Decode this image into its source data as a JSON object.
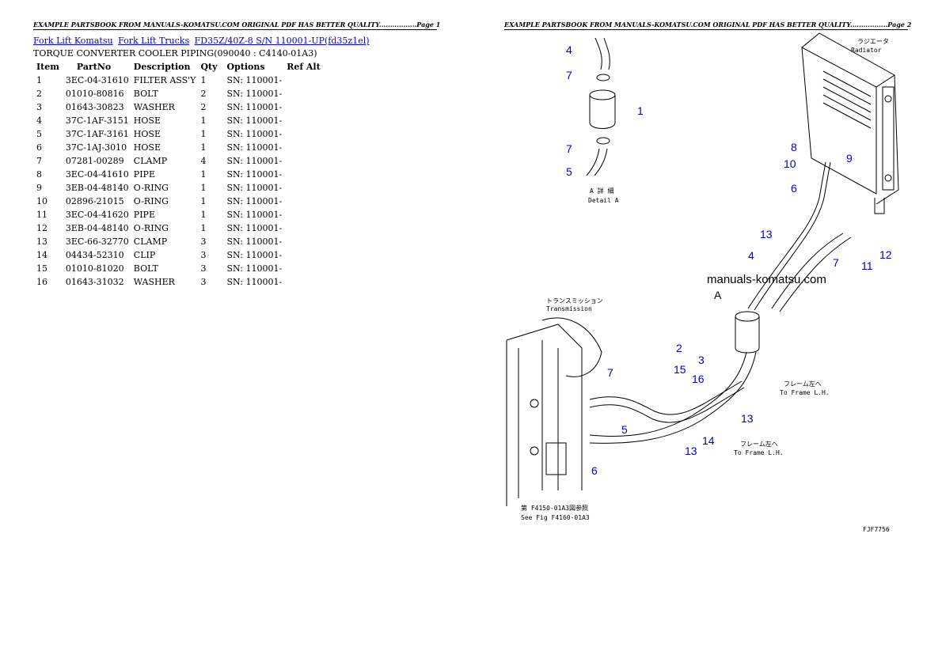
{
  "header": {
    "left": "EXAMPLE PARTSBOOK FROM MANUALS-KOMATSU.COM ORIGINAL PDF HAS BETTER QUALITY.................Page 1",
    "right": "EXAMPLE PARTSBOOK FROM MANUALS-KOMATSU.COM ORIGINAL PDF HAS BETTER QUALITY.................Page 2"
  },
  "breadcrumbs": [
    "Fork Lift Komatsu",
    "Fork Lift Trucks",
    "FD35Z/40Z-8 S/N 110001-UP(fd35z1el)"
  ],
  "subtitle": "TORQUE CONVERTER COOLER PIPING(090040 : C4140-01A3)",
  "table": {
    "columns": [
      "Item",
      "PartNo",
      "Description",
      "Qty",
      "Options",
      "Ref Alt"
    ],
    "rows": [
      [
        "1",
        "3EC-04-31610",
        "FILTER ASS'Y",
        "1",
        "SN: 110001-"
      ],
      [
        "2",
        "01010-80816",
        "BOLT",
        "2",
        "SN: 110001-"
      ],
      [
        "3",
        "01643-30823",
        "WASHER",
        "2",
        "SN: 110001-"
      ],
      [
        "4",
        "37C-1AF-3151",
        "HOSE",
        "1",
        "SN: 110001-"
      ],
      [
        "5",
        "37C-1AF-3161",
        "HOSE",
        "1",
        "SN: 110001-"
      ],
      [
        "6",
        "37C-1AJ-3010",
        "HOSE",
        "1",
        "SN: 110001-"
      ],
      [
        "7",
        "07281-00289",
        "CLAMP",
        "4",
        "SN: 110001-"
      ],
      [
        "8",
        "3EC-04-41610",
        "PIPE",
        "1",
        "SN: 110001-"
      ],
      [
        "9",
        "3EB-04-48140",
        "O-RING",
        "1",
        "SN: 110001-"
      ],
      [
        "10",
        "02896-21015",
        "O-RING",
        "1",
        "SN: 110001-"
      ],
      [
        "11",
        "3EC-04-41620",
        "PIPE",
        "1",
        "SN: 110001-"
      ],
      [
        "12",
        "3EB-04-48140",
        "O-RING",
        "1",
        "SN: 110001-"
      ],
      [
        "13",
        "3EC-66-32770",
        "CLAMP",
        "3",
        "SN: 110001-"
      ],
      [
        "14",
        "04434-52310",
        "CLIP",
        "3",
        "SN: 110001-"
      ],
      [
        "15",
        "01010-81020",
        "BOLT",
        "3",
        "SN: 110001-"
      ],
      [
        "16",
        "01643-31032",
        "WASHER",
        "3",
        "SN: 110001-"
      ]
    ]
  },
  "diagram": {
    "watermark": "manuals-komatsu.com",
    "notes": {
      "radiator_jp": "ラジエータ",
      "radiator_en": "Radiator",
      "transmission_jp": "トランスミッション",
      "transmission_en": "Transmission",
      "detail_jp": "A 詳 細",
      "detail_en": "Detail A",
      "frame1_jp": "フレーム左へ",
      "frame1_en": "To Frame L.H.",
      "frame2_jp": "フレーム左へ",
      "frame2_en": "To Frame L.H.",
      "see_jp": "第 F4150-01A3図参照",
      "see_en": "See Fig F4160-01A3",
      "code": "FJF7756",
      "detail_letter": "A"
    },
    "callouts": {
      "c4a": "4",
      "c7a": "7",
      "c1": "1",
      "c7b": "7",
      "c5a": "5",
      "c8": "8",
      "c9": "9",
      "c10": "10",
      "c6a": "6",
      "c13a": "13",
      "c4b": "4",
      "c7c": "7",
      "c11": "11",
      "c12": "12",
      "c2": "2",
      "c3": "3",
      "c15": "15",
      "c16": "16",
      "c7d": "7",
      "c5b": "5",
      "c13b": "13",
      "c14": "14",
      "c13c": "13",
      "c6b": "6"
    }
  }
}
